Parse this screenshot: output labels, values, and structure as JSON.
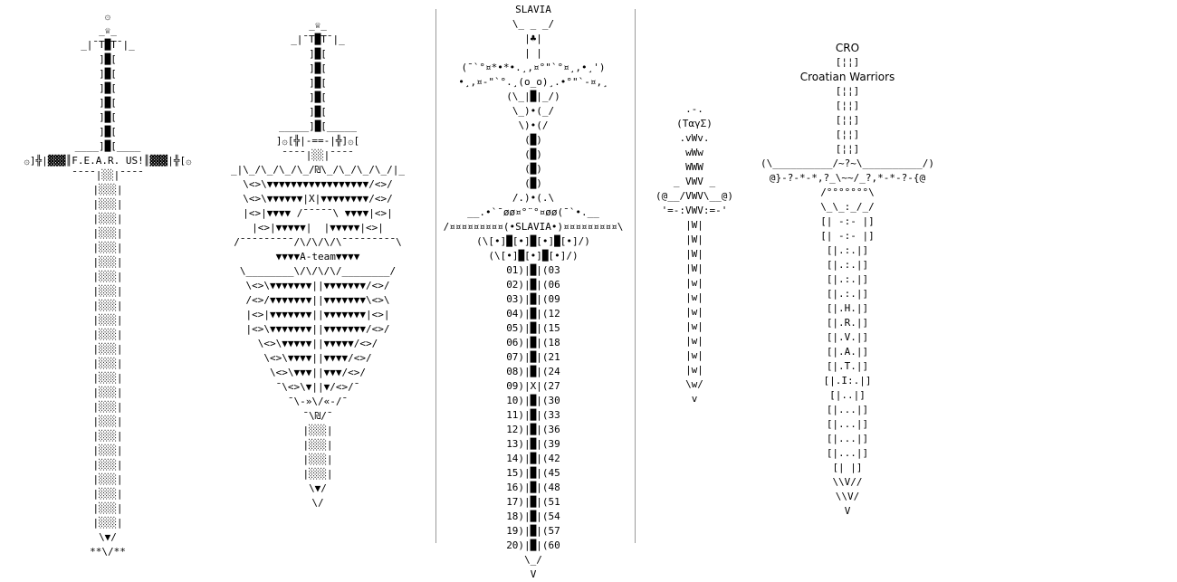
{
  "columns": [
    {
      "id": "fear-us-sword",
      "lines": [
        "۞",
        "_♕_",
        "_|¯T█T¯|_",
        "]█[",
        "]█[",
        "]█[",
        "]█[",
        "]█[",
        "]█[",
        "____]█[____",
        "۞]╬|▓▓▓║F.E.A.R. US!║▓▓▓|╬[۞",
        "¯¯¯¯|░░|¯¯¯¯",
        "|░░░|",
        "|░░░|",
        "|░░░|",
        "|░░░|",
        "|░░░|",
        "|░░░|",
        "|░░░|",
        "|░░░|",
        "|░░░|",
        "|░░░|",
        "|░░░|",
        "|░░░|",
        "|░░░|",
        "|░░░|",
        "|░░░|",
        "|░░░|",
        "|░░░|",
        "|░░░|",
        "|░░░|",
        "|░░░|",
        "|░░░|",
        "|░░░|",
        "|░░░|",
        "|░░░|",
        "\\▼/",
        "**\\/**"
      ]
    },
    {
      "id": "a-team-sword",
      "lines": [
        "_♕_",
        "_|¯T█T¯|_",
        "]█[",
        "]█[",
        "]█[",
        "]█[",
        "]█[",
        "_____]█[_____",
        "]۞[╬|-==-|╬]۞[",
        "¯¯¯¯|░░|¯¯¯¯",
        "_|\\_/\\_/\\_/\\_/₪\\_/\\_/\\_/\\_/|_",
        "\\<>\\▼▼▼▼▼▼▼▼▼▼▼▼▼▼▼▼▼/<>/",
        "\\<>\\▼▼▼▼▼▼|X|▼▼▼▼▼▼▼▼/<>/",
        "|<>|▼▼▼▼ /¯¯¯¯¯\\ ▼▼▼▼|<>|",
        "|<>|▼▼▼▼▼|  |▼▼▼▼▼|<>|",
        "/¯¯¯¯¯¯¯¯¯/\\/\\/\\/\\¯¯¯¯¯¯¯¯¯\\",
        "▼▼▼▼A-team▼▼▼▼",
        "\\________\\/\\/\\/\\/________/",
        "\\<>\\▼▼▼▼▼▼▼||▼▼▼▼▼▼▼/<>/",
        "/<>/▼▼▼▼▼▼▼||▼▼▼▼▼▼▼\\<>\\",
        "|<>|▼▼▼▼▼▼▼||▼▼▼▼▼▼▼|<>|",
        "|<>\\▼▼▼▼▼▼▼||▼▼▼▼▼▼▼/<>/",
        "\\<>\\▼▼▼▼▼||▼▼▼▼▼/<>/",
        "\\<>\\▼▼▼▼||▼▼▼▼/<>/",
        "\\<>\\▼▼▼||▼▼▼/<>/",
        "¯\\<>\\▼||▼/<>/¯",
        "¯\\-»\\/«-/¯",
        "¯\\₪/¯",
        "|░░░|",
        "|░░░|",
        "|░░░|",
        "|░░░|",
        "\\▼/",
        "\\/"
      ]
    },
    {
      "id": "slavia-sword",
      "lines": [
        "SLAVIA",
        "\\_ _ _/",
        "|♣|",
        "| |",
        "(¯`°¤*•*•.¸,¤°\"`°¤¸,•¸')",
        "•¸,¤-\"`°.¸(o_o)¸.•°\"`-¤,¸",
        "(\\_|█|_/)",
        "\\_)•(_/",
        "\\)•(/",
        "(█)",
        "(█)",
        "(█)",
        "(█)",
        "/.)•(.\\",
        "__.•`¯øø¤°¨°¤øø(¯`•.__",
        "/¤¤¤¤¤¤¤¤¤(•SLAVIA•)¤¤¤¤¤¤¤¤¤\\",
        "(\\[•]█[•]█[•]█[•]/)",
        "(\\[•]█[•]█[•]/)",
        "01)|█|(03",
        "02)|█|(06",
        "03)|█|(09",
        "04)|█|(12",
        "05)|█|(15",
        "06)|█|(18",
        "07)|█|(21",
        "08)|█|(24",
        "09)|X|(27",
        "10)|█|(30",
        "11)|█|(33",
        "12)|█|(36",
        "13)|█|(39",
        "14)|█|(42",
        "15)|█|(45",
        "16)|█|(48",
        "17)|█|(51",
        "18)|█|(54",
        "19)|█|(57",
        "20)|█|(60",
        "\\_/",
        "V"
      ]
    },
    {
      "id": "tagma-sword",
      "lines": [
        ".-.",
        "(TαγΣ)",
        ".vWv.",
        "wWw",
        "WWW",
        "_ VWV _",
        "(@__/VWV\\__@)",
        "'=-:VWV:=-'",
        "|W|",
        "|W|",
        "|W|",
        "|W|",
        "|w|",
        "|w|",
        "|w|",
        "|w|",
        "|w|",
        "|w|",
        "|w|",
        "\\w/",
        "v"
      ]
    },
    {
      "id": "cro-sword",
      "lines": [
        "CRO",
        "[¦¦]",
        "Croatian Warriors",
        "[¦¦]",
        "[¦¦]",
        "[¦¦]",
        "[¦¦]",
        "[¦¦]",
        "(\\__________/~?~\\__________/)",
        "@}-?-*-*,?_\\~~/_?,*-*-?-{@",
        "/°°°°°°°\\",
        "\\_\\_:_/_/",
        "[| -:- |]",
        "[| -:- |]",
        "[|.:.|]",
        "[|.:.|]",
        "[|.:.|]",
        "[|.:.|]",
        "[|.H.|]",
        "[|.R.|]",
        "[|.V.|]",
        "[|.A.|]",
        "[|.T.|]",
        "[|.I:.|]",
        "[|..|]",
        "[|...|]",
        "[|...|]",
        "[|...|]",
        "[|...|]",
        "[| |]",
        "\\\\V//",
        "\\\\V/",
        "V"
      ]
    }
  ]
}
